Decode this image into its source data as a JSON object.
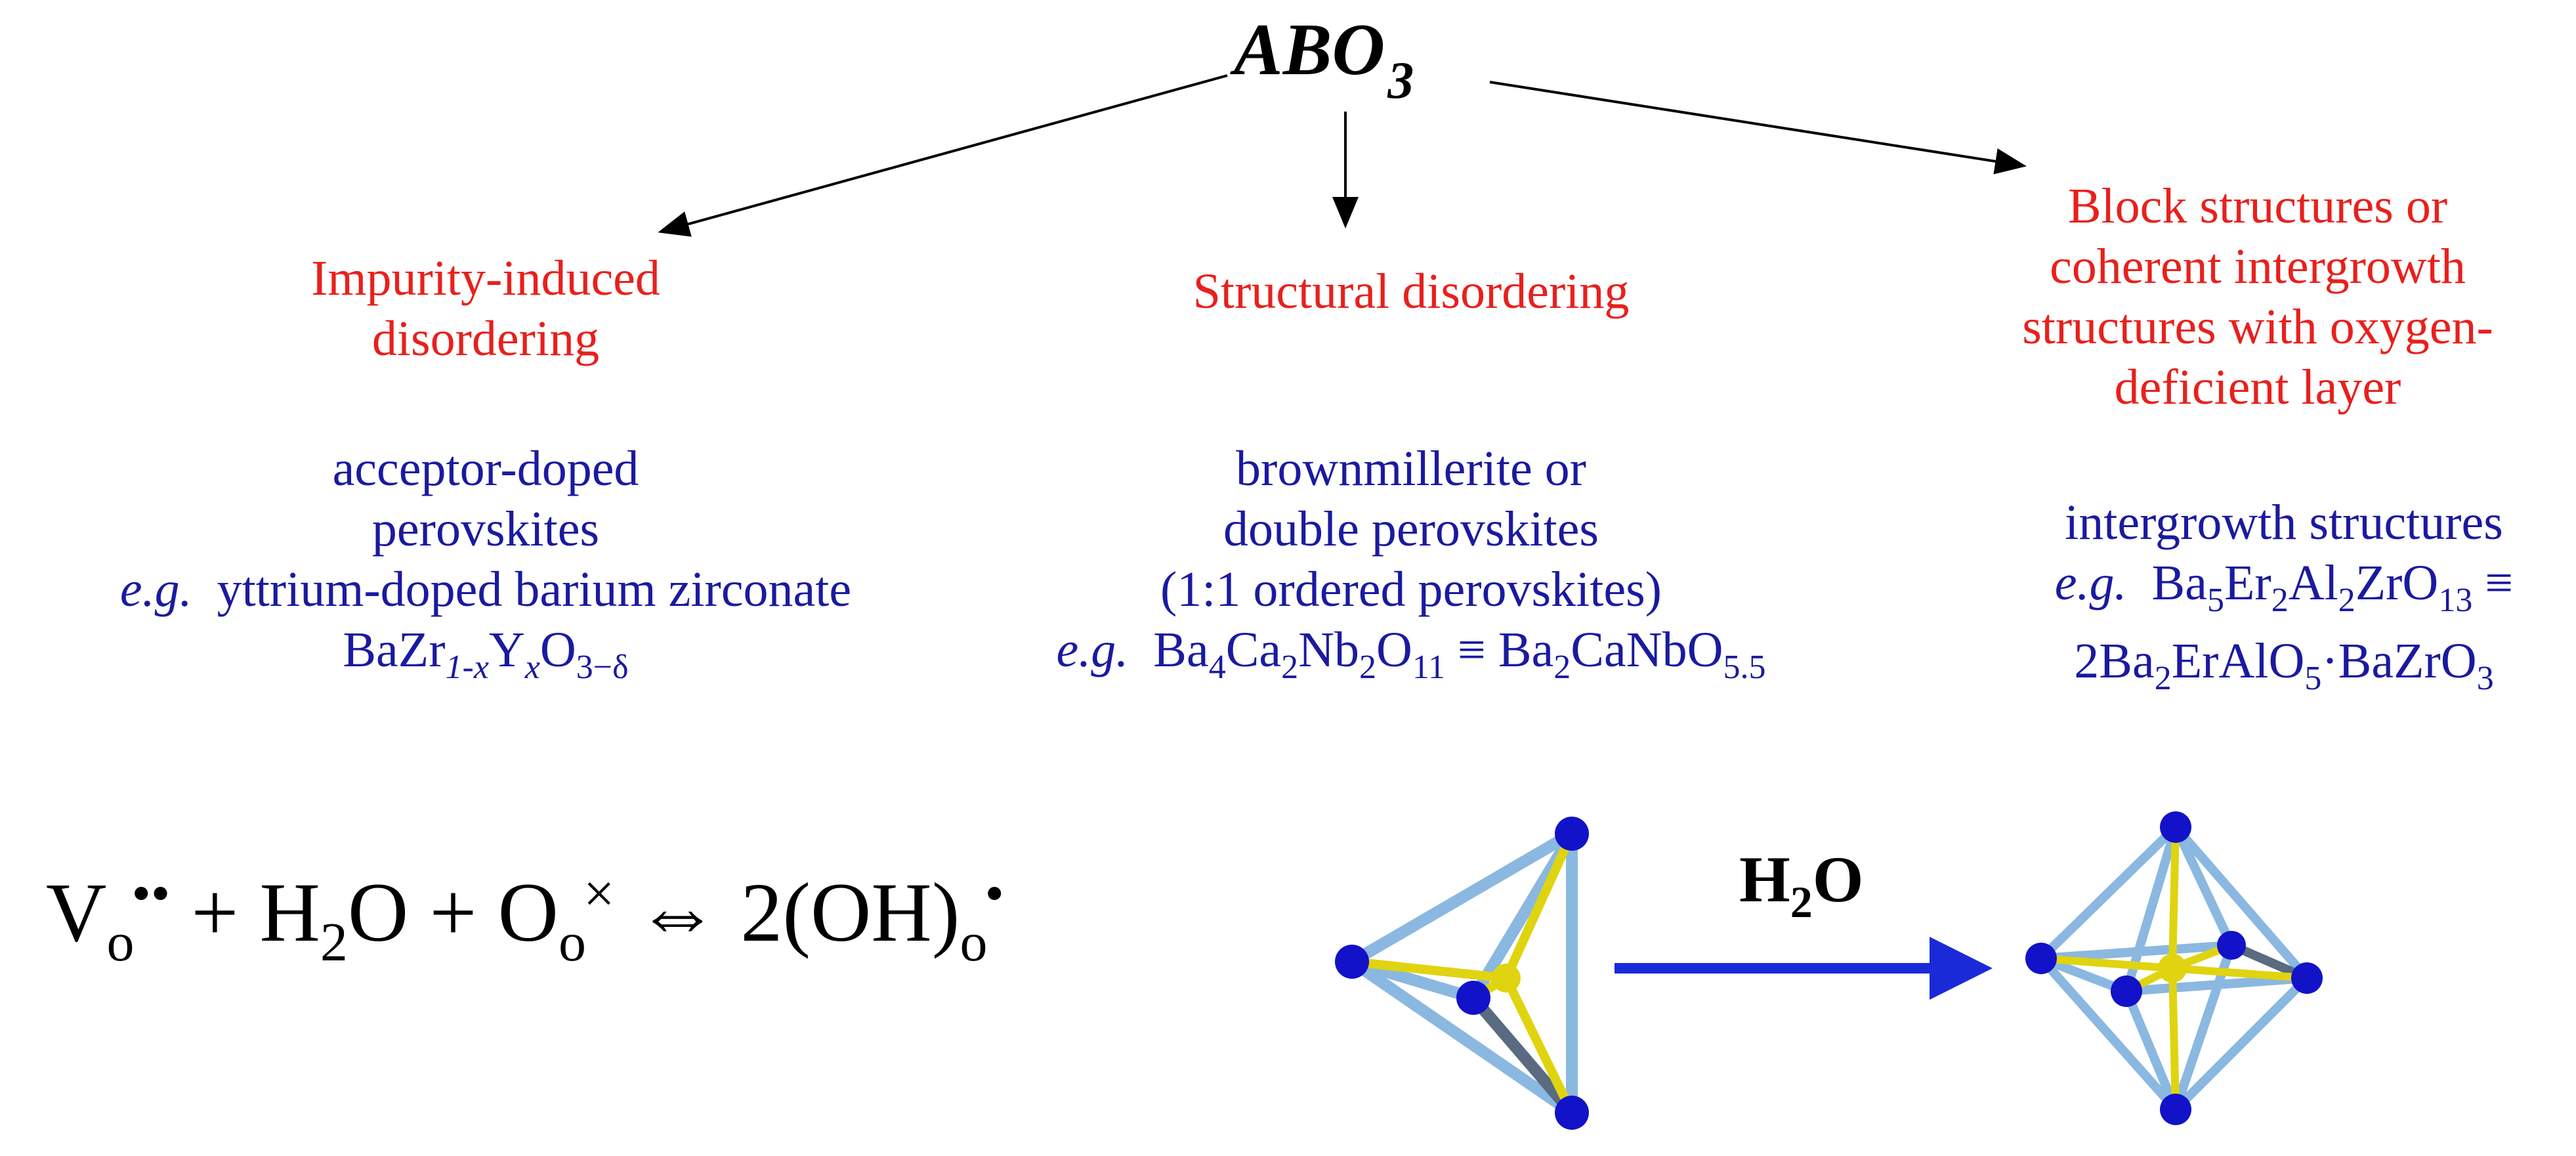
{
  "root": {
    "formula_base": "ABO",
    "formula_sub": "3"
  },
  "categories": [
    {
      "title_lines": [
        "Impurity-induced",
        "disordering"
      ],
      "desc_lines": [
        "acceptor-doped",
        "perovskites"
      ],
      "eg": "e.g.",
      "example_text": "yttrium-doped barium zirconate",
      "formula": [
        "BaZr",
        "1-x",
        "Y",
        "x",
        "O",
        "3−δ"
      ]
    },
    {
      "title_lines": [
        "Structural disordering"
      ],
      "desc_lines": [
        "brownmillerite or",
        "double perovskites",
        "(1:1 ordered perovskites)"
      ],
      "eg": "e.g.",
      "formula": [
        "Ba",
        "4",
        "Ca",
        "2",
        "Nb",
        "2",
        "O",
        "11",
        " ≡ Ba",
        "2",
        "CaNbO",
        "5.5"
      ]
    },
    {
      "title_lines": [
        "Block structures or",
        "coherent intergrowth",
        "structures with oxygen-",
        "deficient  layer"
      ],
      "desc_lines": [
        "intergrowth structures"
      ],
      "eg": "e.g.",
      "formula1": [
        "Ba",
        "5",
        "Er",
        "2",
        "Al",
        "2",
        "ZrO",
        "13",
        " ≡"
      ],
      "formula2": [
        "2Ba",
        "2",
        "ErAlO",
        "5",
        "·BaZrO",
        "3"
      ]
    }
  ],
  "reaction": {
    "v": "V",
    "v_sub": "o",
    "v_sup": "••",
    "plus1": " + H",
    "h_sub": "2",
    "o_part": "O + O",
    "o_sub": "o",
    "o_sup": "×",
    "arrow": " ⇔ 2(OH)",
    "oh_sub": "o",
    "oh_sup": "•"
  },
  "transformation": {
    "label_base": "H",
    "label_sub": "2",
    "label_end": "O"
  },
  "colors": {
    "category": "#e8201c",
    "description": "#1a1aa0",
    "arrow": "#1a2ad8",
    "atom": "#1212c8",
    "center_atom": "#d8d010",
    "edge": "#8ab8e0"
  }
}
